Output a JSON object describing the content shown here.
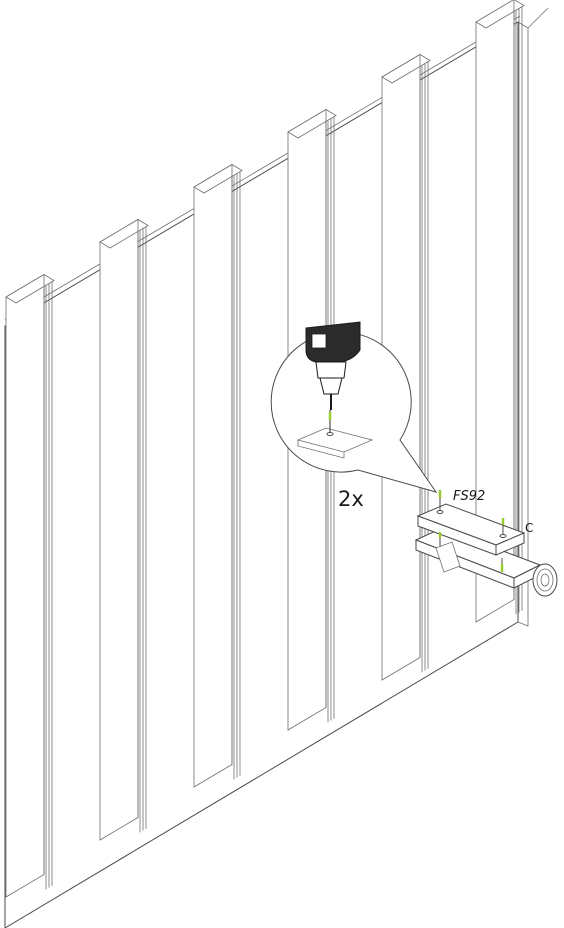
{
  "diagram": {
    "quantity_label": "2x",
    "part_label": "FS92",
    "side_label": "C"
  },
  "colors": {
    "line": "#4a4a4a",
    "screw_accent": "#9acd32"
  },
  "icons": [
    "drill-icon",
    "screw-icon"
  ]
}
